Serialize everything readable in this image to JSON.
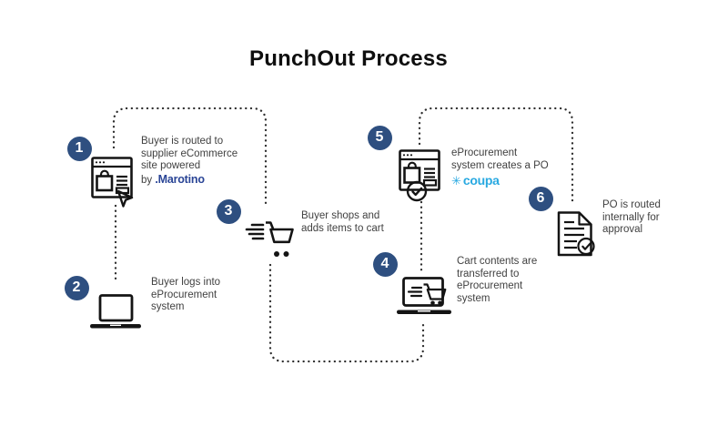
{
  "title": "PunchOut Process",
  "colors": {
    "badge_navy": "#2e4f80",
    "marotino_blue": "#2a4596",
    "coupa_blue": "#29a9e1",
    "icon_ink": "#141414",
    "text_gray": "#414141"
  },
  "steps": [
    {
      "number": "1",
      "icon": "browser-ecommerce-cursor-icon",
      "text": "Buyer is routed to\nsupplier eCommerce\nsite powered",
      "byline_prefix": "by ",
      "brand": ".Marotino"
    },
    {
      "number": "2",
      "icon": "laptop-icon",
      "text": "Buyer logs into\neProcurement\nsystem"
    },
    {
      "number": "3",
      "icon": "shopping-cart-icon",
      "text": "Buyer shops and\nadds items to cart"
    },
    {
      "number": "4",
      "icon": "laptop-cart-icon",
      "text": "Cart contents are\ntransferred to\neProcurement\nsystem"
    },
    {
      "number": "5",
      "icon": "browser-check-icon",
      "text": "eProcurement\nsystem creates a PO",
      "logo_glyph": "✳",
      "logo_text": "coupa"
    },
    {
      "number": "6",
      "icon": "document-check-icon",
      "text": "PO is routed\ninternally for\napproval"
    }
  ]
}
